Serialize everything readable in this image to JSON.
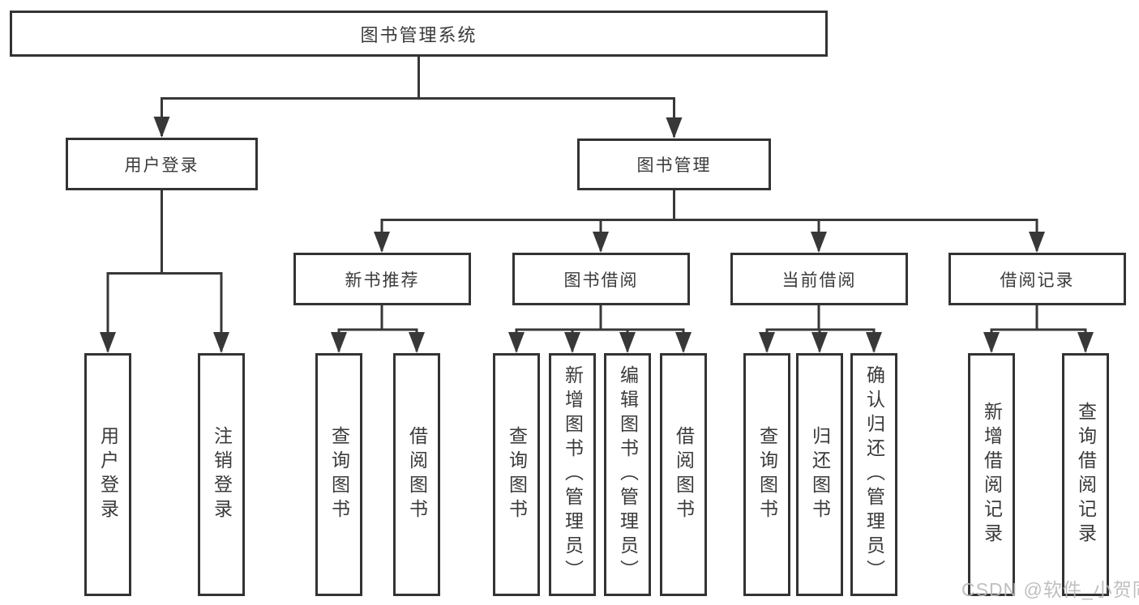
{
  "tree": {
    "label": "图书管理系统",
    "children": [
      {
        "label": "用户登录",
        "children": [
          {
            "label": "用户登录"
          },
          {
            "label": "注销登录"
          }
        ]
      },
      {
        "label": "图书管理",
        "children": [
          {
            "label": "新书推荐",
            "children": [
              {
                "label": "查询图书"
              },
              {
                "label": "借阅图书"
              }
            ]
          },
          {
            "label": "图书借阅",
            "children": [
              {
                "label": "查询图书"
              },
              {
                "label": "新增图书（管理员）"
              },
              {
                "label": "编辑图书（管理员）"
              },
              {
                "label": "借阅图书"
              }
            ]
          },
          {
            "label": "当前借阅",
            "children": [
              {
                "label": "查询图书"
              },
              {
                "label": "归还图书"
              },
              {
                "label": "确认归还（管理员）"
              }
            ]
          },
          {
            "label": "借阅记录",
            "children": [
              {
                "label": "新增借阅记录"
              },
              {
                "label": "查询借阅记录"
              }
            ]
          }
        ]
      }
    ]
  },
  "watermark": {
    "text": "CSDN @软件_小贺同学"
  },
  "colors": {
    "line": "#383838",
    "box_border": "#333333",
    "text": "#3a3a3a",
    "background": "#ffffff",
    "watermark": "#b9b9b9"
  }
}
